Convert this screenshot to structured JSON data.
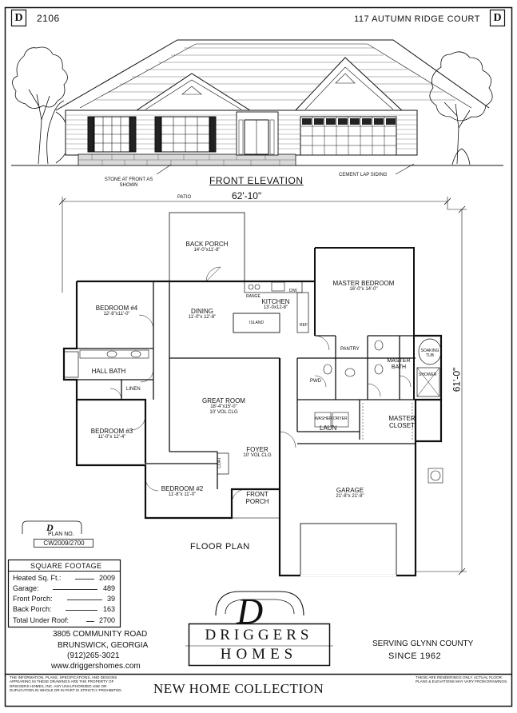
{
  "header": {
    "plan_number": "2106",
    "address": "117 AUTUMN RIDGE COURT",
    "logo_letter": "D"
  },
  "elevation": {
    "title": "FRONT ELEVATION",
    "note_stone": "STONE AT FRONT AS SHOWN",
    "note_siding": "CEMENT LAP SIDING"
  },
  "floorplan": {
    "title": "FLOOR PLAN",
    "width_dim": "62'-10\"",
    "depth_dim": "61'-0\"",
    "rooms": {
      "patio": "PATIO",
      "back_porch": "BACK PORCH",
      "back_porch_dim": "14'-0\"x11'-8\"",
      "master_bedroom": "MASTER BEDROOM",
      "master_bedroom_dim": "16'-0\"x 14'-0\"",
      "bedroom4": "BEDROOM #4",
      "bedroom4_dim": "12'-8\"x11'-0\"",
      "dining": "DINING",
      "dining_dim": "11'-0\"x 12'-8\"",
      "kitchen": "KITCHEN",
      "kitchen_dim": "13'-0x12-8\"",
      "island": "ISLAND",
      "range": "RANGE",
      "dw": "D/W",
      "ref": "REF",
      "pantry": "PANTRY",
      "soaking_tub": "SOAKING TUB",
      "master_bath": "MASTER BATH",
      "shower": "SHOWER",
      "hall_bath": "HALL BATH",
      "linen": "LINEN",
      "pwd": "PWD",
      "great_room": "GREAT ROOM",
      "great_room_dim": "18'-4\"x15'-0\"",
      "great_room_clg": "10' VOL CLG",
      "washer_dryer": "WASHER DRYER",
      "laun": "LAUN",
      "master_closet": "MASTER CLOSET",
      "bedroom3": "BEDROOM #3",
      "bedroom3_dim": "11'-0\"x 12'-4\"",
      "foyer": "FOYER",
      "foyer_clg": "10' VOL CLG",
      "coat": "COAT",
      "bedroom2": "BEDROOM #2",
      "bedroom2_dim": "11'-8\"x 11'-0\"",
      "front_porch": "FRONT PORCH",
      "garage": "GARAGE",
      "garage_dim": "21'-8\"x 21'-8\""
    }
  },
  "plan_badge": {
    "label": "PLAN NO.",
    "code": "CW2009/2700"
  },
  "square_footage": {
    "title": "SQUARE FOOTAGE",
    "rows": [
      {
        "label": "Heated Sq. Ft.:",
        "value": "2009"
      },
      {
        "label": "Garage:",
        "value": "489"
      },
      {
        "label": "Front Porch:",
        "value": "39"
      },
      {
        "label": "Back Porch:",
        "value": "163"
      },
      {
        "label": "Total Under Roof:",
        "value": "2700"
      }
    ]
  },
  "company": {
    "address1": "3805 COMMUNITY ROAD",
    "address2": "BRUNSWICK, GEORGIA",
    "phone": "(912)265-3021",
    "website": "www.driggershomes.com",
    "brand_line1": "DRIGGERS",
    "brand_line2": "HOMES",
    "serving": "SERVING GLYNN COUNTY",
    "since": "SINCE 1962"
  },
  "footer": {
    "disclaimer_left": "THE INFORMATION, PLANS, SPECIFICATIONS, AND DESIGNS APPEARING IN THESE DRAWINGS ARE THE PROPERTY OF DRIGGERS HOMES, INC. ANY UNAUTHORIZED USE OR DUPLICATION IN WHOLE OR IN PART IS STRICTLY PROHIBITED.",
    "collection": "NEW HOME COLLECTION",
    "disclaimer_right": "THESE ARE RENDERINGS ONLY. ACTUAL FLOOR PLANS & ELEVATIONS MAY VARY FROM DRAWINGS."
  }
}
